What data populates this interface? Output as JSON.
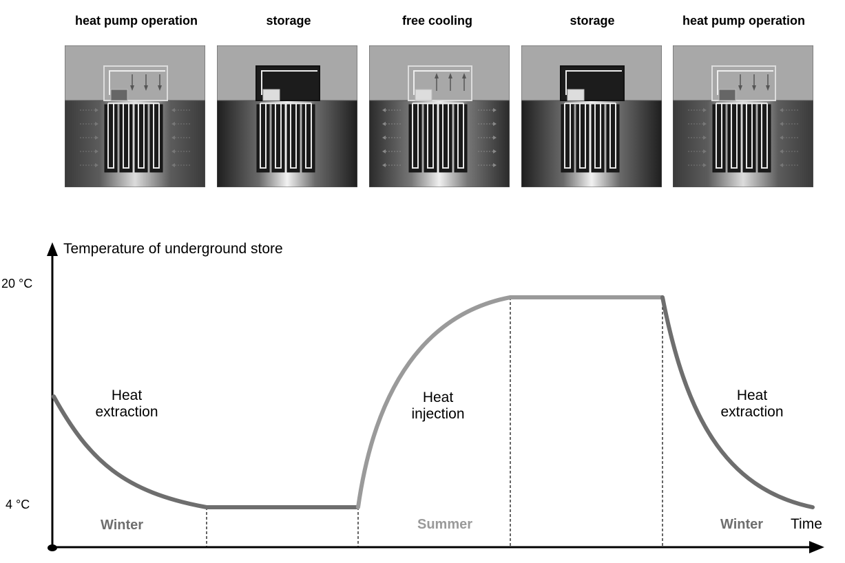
{
  "panels": [
    {
      "title": "heat pump operation",
      "mode": "extract"
    },
    {
      "title": "storage",
      "mode": "store"
    },
    {
      "title": "free cooling",
      "mode": "inject"
    },
    {
      "title": "storage",
      "mode": "store"
    },
    {
      "title": "heat pump operation",
      "mode": "extract"
    }
  ],
  "chart": {
    "y_axis_label": "Temperature of underground store",
    "x_axis_label": "Time",
    "y_ticks": [
      "20 °C",
      "4 °C"
    ],
    "phase_labels": [
      {
        "line1": "Heat",
        "line2": "extraction"
      },
      {
        "line1": "Heat",
        "line2": "injection"
      },
      {
        "line1": "Heat",
        "line2": "extraction"
      }
    ],
    "seasons": [
      "Winter",
      "Summer",
      "Winter"
    ],
    "colors": {
      "extraction": "#6e6e6e",
      "injection": "#9a9a9a",
      "winter_text": "#6e6e6e",
      "summer_text": "#9a9a9a"
    }
  }
}
